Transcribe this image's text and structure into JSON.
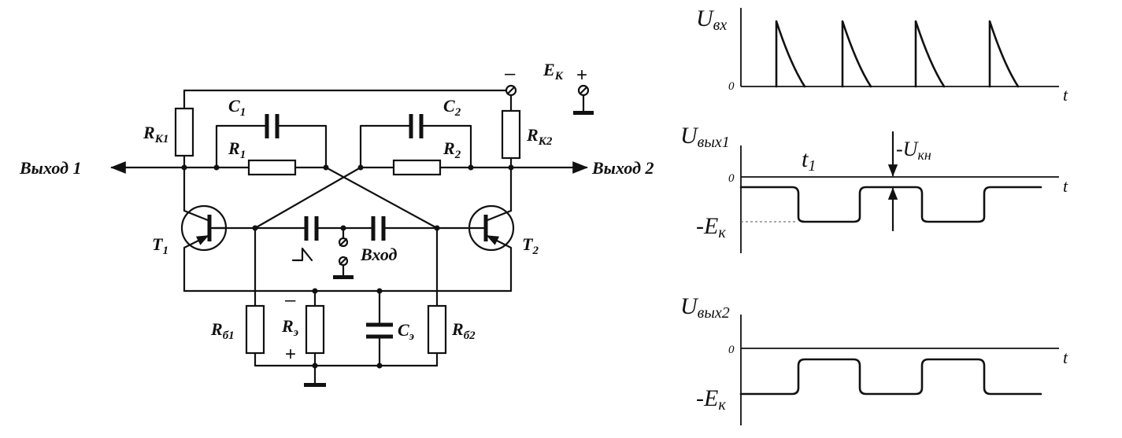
{
  "circuit": {
    "labels": {
      "rk1_main": "R",
      "rk1_sub": "К1",
      "rk2_main": "R",
      "rk2_sub": "К2",
      "c1_main": "C",
      "c1_sub": "1",
      "c2_main": "C",
      "c2_sub": "2",
      "r1_main": "R",
      "r1_sub": "1",
      "r2_main": "R",
      "r2_sub": "2",
      "ek_main": "E",
      "ek_sub": "К",
      "t1_main": "T",
      "t1_sub": "1",
      "t2_main": "T",
      "t2_sub": "2",
      "rb1_main": "R",
      "rb1_sub": "б1",
      "rb2_main": "R",
      "rb2_sub": "б2",
      "re_main": "R",
      "re_sub": "э",
      "ce_main": "C",
      "ce_sub": "э",
      "out1": "Выход 1",
      "out2": "Выход 2",
      "input": "Вход",
      "minus": "–",
      "plus": "+"
    }
  },
  "graphs": {
    "uin": {
      "main": "U",
      "sub": "вх",
      "zero": "0",
      "t": "t"
    },
    "uout1": {
      "main": "U",
      "sub": "вых1",
      "zero": "0",
      "t": "t",
      "t1_main": "t",
      "t1_sub": "1",
      "ukn_prefix": "-U",
      "ukn_sub": "кн",
      "ek_prefix": "-E",
      "ek_sub": "к"
    },
    "uout2": {
      "main": "U",
      "sub": "вых2",
      "zero": "0",
      "t": "t",
      "ek_prefix": "-E",
      "ek_sub": "к"
    }
  }
}
